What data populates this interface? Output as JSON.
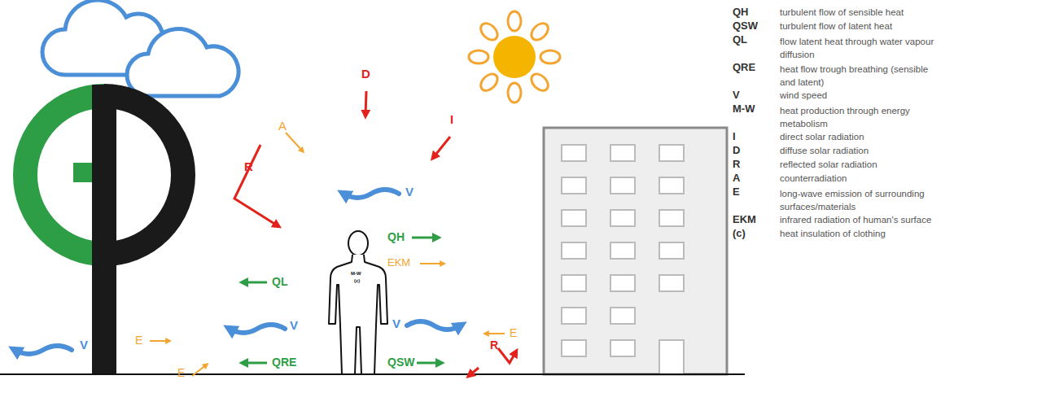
{
  "diagram": {
    "labels": [
      "QH",
      "turbulent flow of sensible heat",
      "QSW",
      "turbulent flow of latent heat",
      "QL",
      "flow latent heat through water vapour diffusion",
      "QRE",
      "heat flow trough breathing (sensible and latent)",
      "V",
      "wind speed",
      "M-W",
      "heat production through energy metabolism",
      "I",
      "direct solar radiation",
      "D",
      "diffuse solar radiation",
      "R",
      "reflected solar radiation",
      "A",
      "counterradiation",
      "E",
      "long-wave emission of surrounding surfaces/materials",
      "EKM",
      "infrared radiation of human's surface",
      "(c)",
      "heat insulation of clothing",
      "A",
      "D",
      "I",
      "R",
      "V",
      "QH",
      "EKM",
      "QL",
      "V",
      "V",
      "QRE",
      "QSW",
      "E",
      "R",
      "E",
      "E",
      "V",
      "M-W",
      "(c)"
    ]
  }
}
